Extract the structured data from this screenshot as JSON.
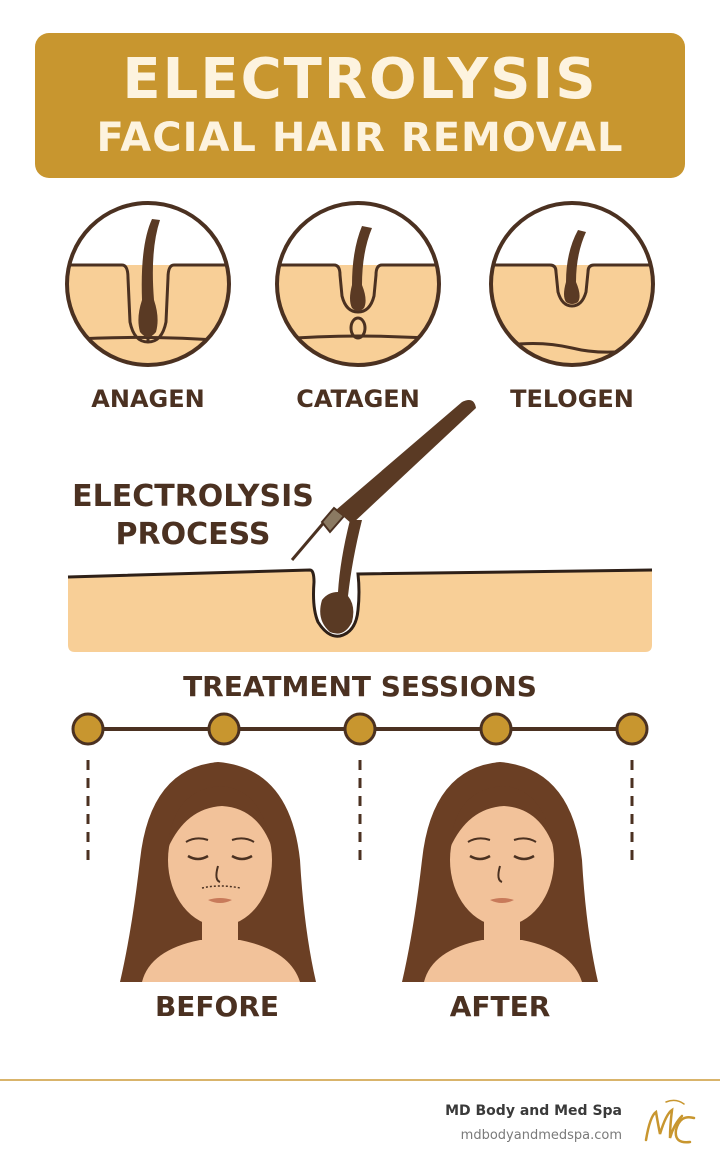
{
  "header": {
    "title": "ELECTROLYSIS",
    "subtitle": "FACIAL HAIR REMOVAL"
  },
  "phases": [
    {
      "label": "ANAGEN"
    },
    {
      "label": "CATAGEN"
    },
    {
      "label": "TELOGEN"
    }
  ],
  "process": {
    "line1": "ELECTROLYSIS",
    "line2": "PROCESS"
  },
  "sessions": {
    "title": "TREATMENT SESSIONS",
    "dot_count": 5
  },
  "comparison": {
    "before_label": "BEFORE",
    "after_label": "AFTER"
  },
  "footer": {
    "brand": "MD Body and Med Spa",
    "url": "mdbodyandmedspa.com",
    "logo_icon": "md-monogram-icon"
  },
  "colors": {
    "gold": "#c8962f",
    "skin": "#f8cf97",
    "outline": "#4b3121",
    "hair": "#5a3a24",
    "banner_text": "#fdf3df"
  }
}
